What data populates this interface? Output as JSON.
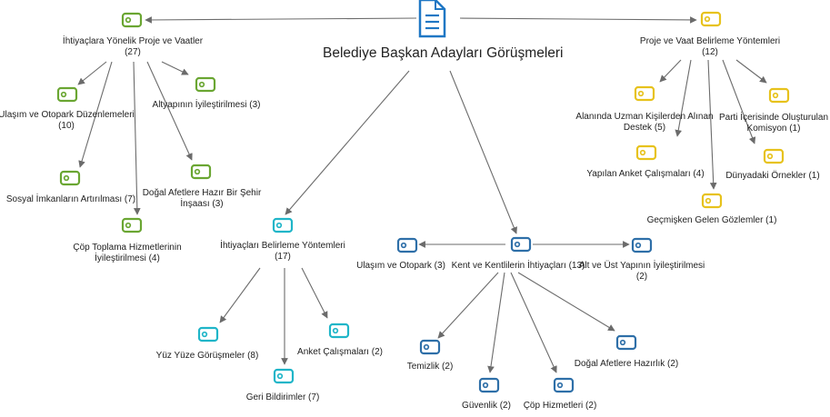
{
  "root": {
    "label": "Belediye Başkan Adayları Görüşmeleri",
    "icon": "document-icon"
  },
  "colors": {
    "green": "#6aa632",
    "yellow": "#e7c21c",
    "teal": "#1fb5c8",
    "blue": "#2e6fa8",
    "edge": "#6b6b6b",
    "doc": "#1f77c4"
  },
  "nodes": {
    "ihtiyaclara": {
      "line1": "İhtiyaçlara Yönelik Proje ve Vaatler",
      "line2": "(27)"
    },
    "ulasimOtopark": {
      "line1": "Ulaşım ve Otopark Düzenlemeleri",
      "line2": "(10)"
    },
    "altyapi": {
      "line1": "Altyapının İyileştirilmesi (3)"
    },
    "sosyal": {
      "line1": "Sosyal İmkanların Artırılması (7)"
    },
    "dogalSehir": {
      "line1": "Doğal Afetlere Hazır Bir Şehir",
      "line2": "İnşaası (3)"
    },
    "cop": {
      "line1": "Çöp Toplama Hizmetlerinin",
      "line2": "İyileştirilmesi (4)"
    },
    "proje": {
      "line1": "Proje ve Vaat Belirleme Yöntemleri",
      "line2": "(12)"
    },
    "uzman": {
      "line1": "Alanında Uzman Kişilerden Alınan",
      "line2": "Destek (5)"
    },
    "parti": {
      "line1": "Parti İçerisinde Oluşturulan",
      "line2": "Komisyon (1)"
    },
    "anketCal": {
      "line1": "Yapılan Anket Çalışmaları (4)"
    },
    "dunya": {
      "line1": "Dünyadaki Örnekler (1)"
    },
    "gecmis": {
      "line1": "Geçmişken Gelen Gözlemler (1)"
    },
    "ihtiyacBel": {
      "line1": "İhtiyaçları Belirleme Yöntemleri",
      "line2": "(17)"
    },
    "yuzyuze": {
      "line1": "Yüz Yüze Görüşmeler (8)"
    },
    "anket2": {
      "line1": "Anket Çalışmaları (2)"
    },
    "geri": {
      "line1": "Geri Bildirimler (7)"
    },
    "kent": {
      "line1": "Kent ve Kentlilerin İhtiyaçları (13)"
    },
    "ulasim3": {
      "line1": "Ulaşım ve Otopark (3)"
    },
    "altUst": {
      "line1": "Alt ve Üst Yapının İyileştirilmesi",
      "line2": "(2)"
    },
    "temizlik": {
      "line1": "Temizlik (2)"
    },
    "guvenlik": {
      "line1": "Güvenlik (2)"
    },
    "copHiz": {
      "line1": "Çöp Hizmetleri (2)"
    },
    "dogal2": {
      "line1": "Doğal Afetlere Hazırlık (2)"
    }
  }
}
